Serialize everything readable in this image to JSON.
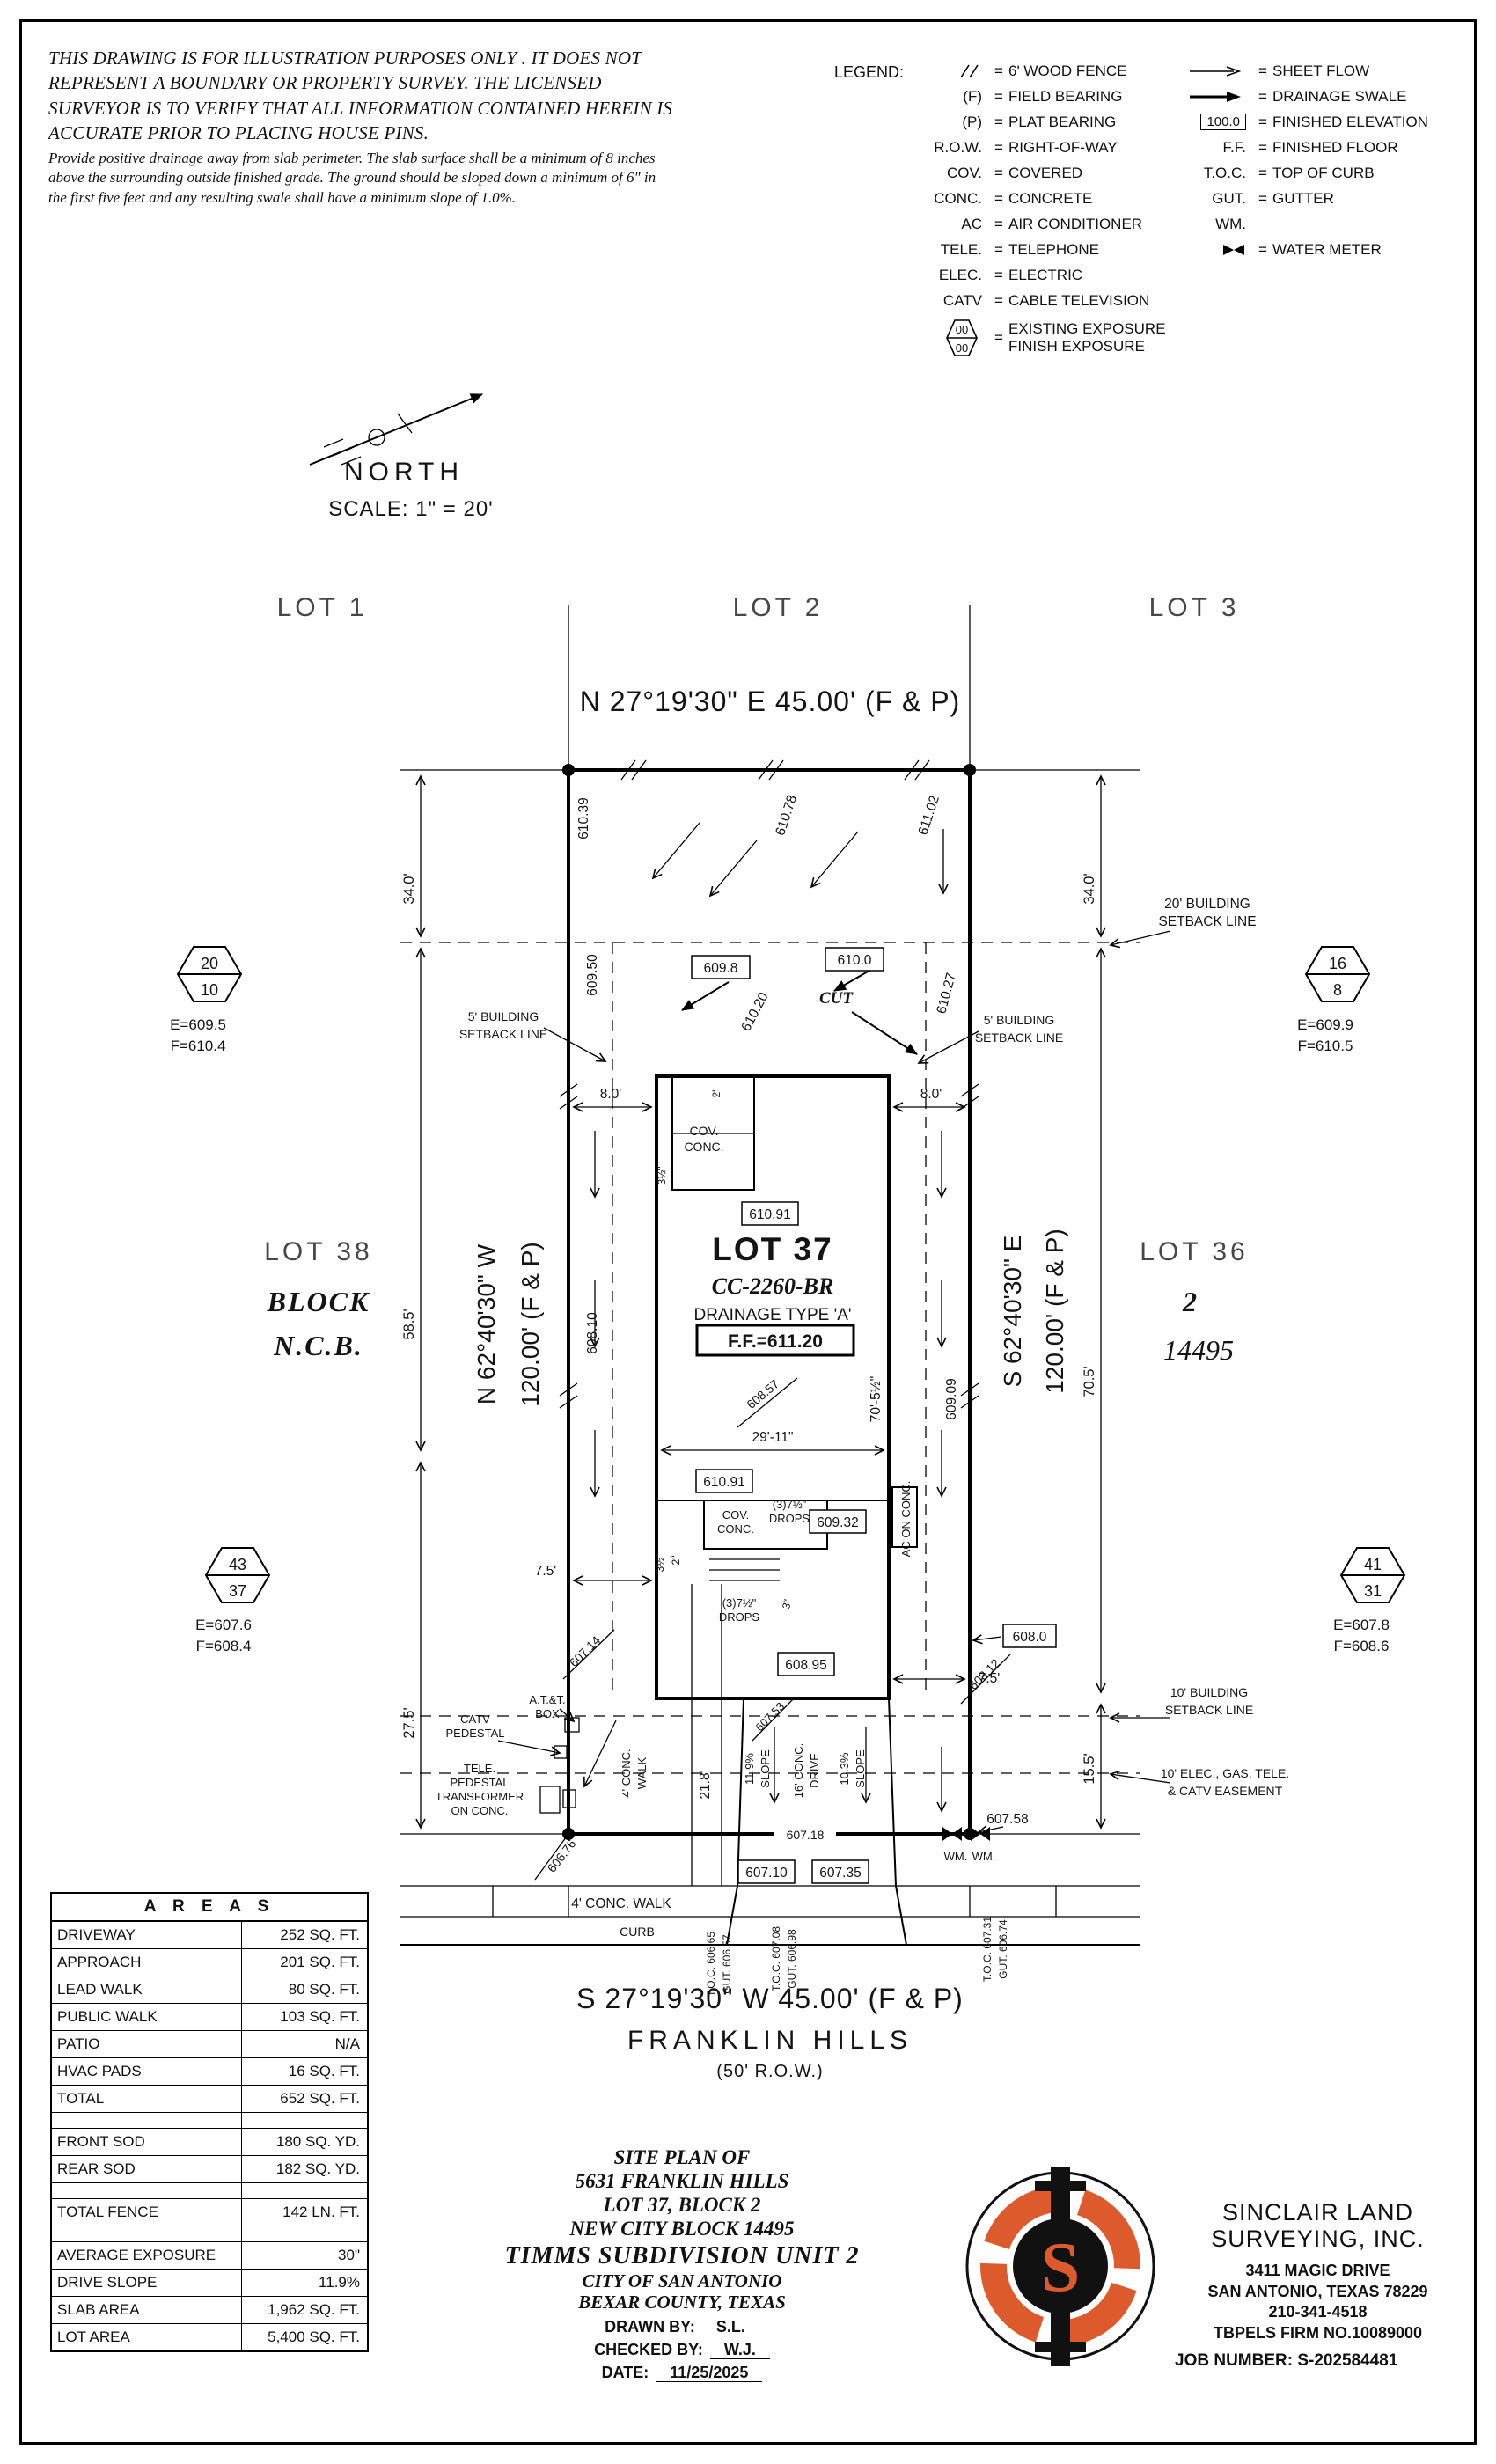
{
  "disclaimer": {
    "para1": "THIS DRAWING IS FOR ILLUSTRATION PURPOSES ONLY . IT DOES NOT REPRESENT A BOUNDARY OR PROPERTY SURVEY. THE LICENSED SURVEYOR IS TO VERIFY THAT ALL INFORMATION CONTAINED HEREIN IS ACCURATE PRIOR TO PLACING HOUSE PINS.",
    "para2": "Provide positive drainage away from slab perimeter. The slab surface shall be a minimum of 8 inches above the surrounding outside finished grade. The ground should be sloped down a minimum of 6\" in the first five feet and any resulting swale shall have a minimum slope of 1.0%."
  },
  "legend": {
    "title": "LEGEND:",
    "eq": "=",
    "fence": "6' WOOD FENCE",
    "f_sym": "(F)",
    "f": "FIELD BEARING",
    "p_sym": "(P)",
    "p": "PLAT BEARING",
    "row_sym": "R.O.W.",
    "row": "RIGHT-OF-WAY",
    "cov_sym": "COV.",
    "cov": "COVERED",
    "conc_sym": "CONC.",
    "conc": "CONCRETE",
    "ac_sym": "AC",
    "ac": "AIR CONDITIONER",
    "tele_sym": "TELE.",
    "tele": "TELEPHONE",
    "elec_sym": "ELEC.",
    "elec": "ELECTRIC",
    "catv_sym": "CATV",
    "catv": "CABLE TELEVISION",
    "exp_top": "00",
    "exp_bot": "00",
    "exp1": "EXISTING EXPOSURE",
    "exp2": "FINISH EXPOSURE",
    "sheet_flow": "SHEET FLOW",
    "swale": "DRAINAGE SWALE",
    "elev_box": "100.0",
    "elev": "FINISHED ELEVATION",
    "ff_sym": "F.F.",
    "ff": "FINISHED FLOOR",
    "toc_sym": "T.O.C.",
    "toc": "TOP OF CURB",
    "gut_sym": "GUT.",
    "gut": "GUTTER",
    "wm_sym": "WM.",
    "wm": "WATER METER"
  },
  "north": {
    "label": "NORTH",
    "scale": "SCALE:  1\" =  20'"
  },
  "plan": {
    "lot1": "LOT 1",
    "lot2": "LOT 2",
    "lot3": "LOT 3",
    "bearing_top": "N 27°19'30\" E  45.00'  (F & P)",
    "bearing_bottom": "S 27°19'30\" W  45.00'  (F & P)",
    "bearing_left_1": "N 62°40'30\" W",
    "bearing_left_2": "120.00' (F & P)",
    "bearing_right_1": "S 62°40'30\" E",
    "bearing_right_2": "120.00' (F & P)",
    "lot38": "LOT 38",
    "block_word": "BLOCK",
    "ncb_word": "N.C.B.",
    "lot36": "LOT 36",
    "block_num": "2",
    "ncb_num": "14495",
    "lot37": "LOT 37",
    "plan_no": "CC-2260-BR",
    "drainage": "DRAINAGE TYPE 'A'",
    "ff": "F.F.=611.20",
    "street": "FRANKLIN HILLS",
    "row50": "(50' R.O.W.)",
    "setback20_1": "20' BUILDING",
    "setback20_2": "SETBACK LINE",
    "setback5_1": "5' BUILDING",
    "setback5_2": "SETBACK LINE",
    "setback10_1": "10' BUILDING",
    "setback10_2": "SETBACK LINE",
    "easement_1": "10' ELEC., GAS, TELE.",
    "easement_2": "& CATV EASEMENT",
    "dim_34": "34.0'",
    "dim_58_5": "58.5'",
    "dim_27_5": "27.5'",
    "dim_70_5": "70.5'",
    "dim_15_5": "15.5'",
    "dim_8_0": "8.0'",
    "dim_7_5": "7.5'",
    "dim_21_8": "21.8'",
    "dim_29_11": "29'-11\"",
    "dim_70_5h": "70'-5½\"",
    "dim_2": "2\"",
    "dim_3": "3\"",
    "dim_3h": "3½\"",
    "cov": "COV.",
    "conc": "CONC.",
    "drops_n": "(3)7½\"",
    "drops": "DROPS",
    "ac_on_conc": "AC ON CONC.",
    "cut": "CUT",
    "slope_11_9": "11.9%",
    "slope_10_3": "10.3%",
    "slope_word": "SLOPE",
    "drive16_1": "16' CONC.",
    "drive16_2": "DRIVE",
    "walk4_rot_1": "4' CONC.",
    "walk4_rot_2": "WALK",
    "walk4_bottom": "4' CONC. WALK",
    "curb": "CURB",
    "catv_1": "CATV",
    "catv_2": "PEDESTAL",
    "att_1": "A.T.&T.",
    "att_2": "BOX",
    "telep_1": "TELE.",
    "telep_2": "PEDESTAL",
    "telep_3": "TRANSFORMER",
    "telep_4": "ON CONC.",
    "wm": "WM.",
    "e610_39": "610.39",
    "e610_78": "610.78",
    "e611_02": "611.02",
    "e609_50": "609.50",
    "e609_8": "609.8",
    "e610_0": "610.0",
    "e610_20": "610.20",
    "e610_27": "610.27",
    "e610_91": "610.91",
    "e608_10": "608.10",
    "e608_57": "608.57",
    "e609_09": "609.09",
    "e609_32": "609.32",
    "e608_0": "608.0",
    "e608_95": "608.95",
    "e608_12": "608.12",
    "e607_14": "607.14",
    "e607_53": "607.53",
    "e607_58": "607.58",
    "e607_18": "607.18",
    "e606_76": "606.76",
    "e607_10": "607.10",
    "e607_35": "607.35",
    "toc1": "T.O.C. 606.65",
    "gut1": "GUT. 606.57",
    "toc2": "T.O.C. 607.08",
    "gut2": "GUT. 606.98",
    "toc3": "T.O.C. 607.31",
    "gut3": "GUT. 606.74"
  },
  "markers": {
    "nw": {
      "top": "20",
      "bottom": "10",
      "e": "E=609.5",
      "f": "F=610.4"
    },
    "ne": {
      "top": "16",
      "bottom": "8",
      "e": "E=609.9",
      "f": "F=610.5"
    },
    "sw": {
      "top": "43",
      "bottom": "37",
      "e": "E=607.6",
      "f": "F=608.4"
    },
    "se": {
      "top": "41",
      "bottom": "31",
      "e": "E=607.8",
      "f": "F=608.6"
    }
  },
  "areas": {
    "title": "A R E A S",
    "rows": [
      {
        "label": "DRIVEWAY",
        "value": "252 SQ. FT."
      },
      {
        "label": "APPROACH",
        "value": "201 SQ. FT."
      },
      {
        "label": "LEAD WALK",
        "value": "80 SQ. FT."
      },
      {
        "label": "PUBLIC WALK",
        "value": "103 SQ. FT."
      },
      {
        "label": "PATIO",
        "value": "N/A"
      },
      {
        "label": "HVAC PADS",
        "value": "16 SQ. FT."
      },
      {
        "label": "TOTAL",
        "value": "652 SQ. FT."
      },
      {
        "label": "",
        "value": ""
      },
      {
        "label": "FRONT SOD",
        "value": "180 SQ. YD."
      },
      {
        "label": "REAR SOD",
        "value": "182 SQ. YD."
      },
      {
        "label": "",
        "value": ""
      },
      {
        "label": "TOTAL FENCE",
        "value": "142 LN. FT."
      },
      {
        "label": "",
        "value": ""
      },
      {
        "label": "AVERAGE EXPOSURE",
        "value": "30\""
      },
      {
        "label": "DRIVE SLOPE",
        "value": "11.9%"
      },
      {
        "label": "SLAB AREA",
        "value": "1,962 SQ. FT."
      },
      {
        "label": "LOT AREA",
        "value": "5,400 SQ. FT."
      }
    ]
  },
  "title_block": {
    "l1": "SITE PLAN OF",
    "l2": "5631 FRANKLIN HILLS",
    "l3": "LOT 37, BLOCK 2",
    "l4": "NEW CITY BLOCK 14495",
    "l5": "TIMMS SUBDIVISION UNIT 2",
    "l6": "CITY OF SAN ANTONIO",
    "l7": "BEXAR COUNTY, TEXAS",
    "drawn_label": "DRAWN BY:",
    "drawn": "S.L.",
    "checked_label": "CHECKED BY:",
    "checked": "W.J.",
    "date_label": "DATE:",
    "date": "11/25/2025"
  },
  "firm": {
    "name1": "SINCLAIR LAND",
    "name2": "SURVEYING, INC.",
    "addr1": "3411 MAGIC DRIVE",
    "addr2": "SAN ANTONIO, TEXAS 78229",
    "phone": "210-341-4518",
    "license": "TBPELS FIRM NO.10089000",
    "job": "JOB NUMBER:  S-202584481",
    "logo_letter": "S",
    "accent": "#dd5a2d"
  }
}
